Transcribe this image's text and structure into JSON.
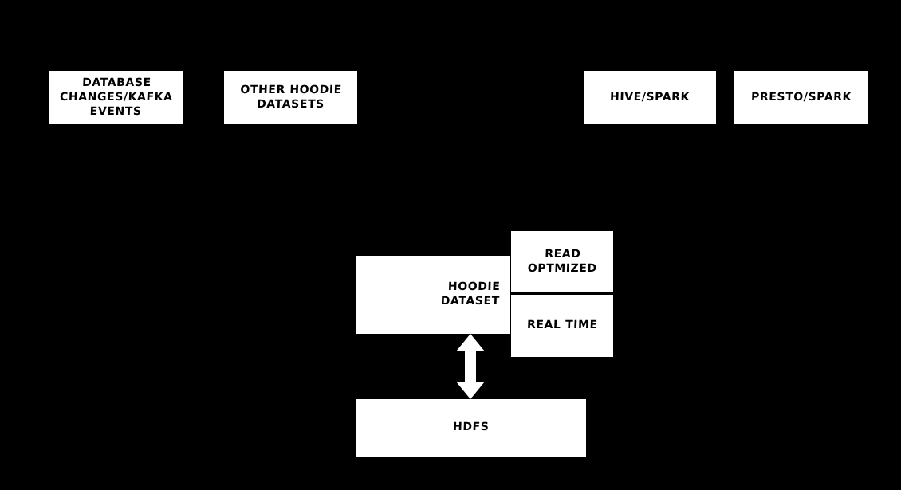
{
  "diagram": {
    "background_color": "#000000",
    "box_fill_color": "#ffffff",
    "text_color": "#000000",
    "arrow_color": "#ffffff",
    "sources": [
      {
        "id": "db-changes",
        "label": "Database\nChanges/Kafka\nEvents"
      },
      {
        "id": "other-hoodie",
        "label": "Other Hoodie\nDatasets"
      }
    ],
    "query_engines": [
      {
        "id": "hive-spark",
        "label": "Hive/Spark"
      },
      {
        "id": "presto-spark",
        "label": "Presto/Spark"
      }
    ],
    "dataset": {
      "id": "hoodie-dataset",
      "label": "Hoodie\nDataset"
    },
    "views": [
      {
        "id": "read-optimized",
        "label": "Read\nOptmized"
      },
      {
        "id": "real-time",
        "label": "Real Time"
      }
    ],
    "storage": {
      "id": "hdfs",
      "label": "HDFS"
    },
    "connectors": [
      {
        "id": "dataset-hdfs",
        "icon": "double-headed-vertical-arrow",
        "from": "Hoodie Dataset",
        "to": "HDFS",
        "direction": "bidirectional"
      }
    ]
  }
}
